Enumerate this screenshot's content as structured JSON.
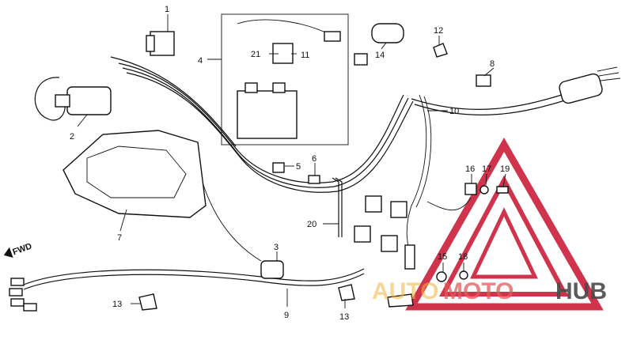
{
  "fwd_label": "FWD",
  "watermark": {
    "text_auto": "AUTO",
    "text_moto": "MOTO",
    "text_hub": "HUB",
    "color_red": "#c8102e",
    "color_dark": "#4a4a4a"
  },
  "callouts": [
    "1",
    "2",
    "3",
    "4",
    "5",
    "6",
    "7",
    "8",
    "9",
    "10",
    "11",
    "12",
    "13",
    "13",
    "14",
    "15",
    "16",
    "17",
    "18",
    "19",
    "20",
    "21"
  ]
}
